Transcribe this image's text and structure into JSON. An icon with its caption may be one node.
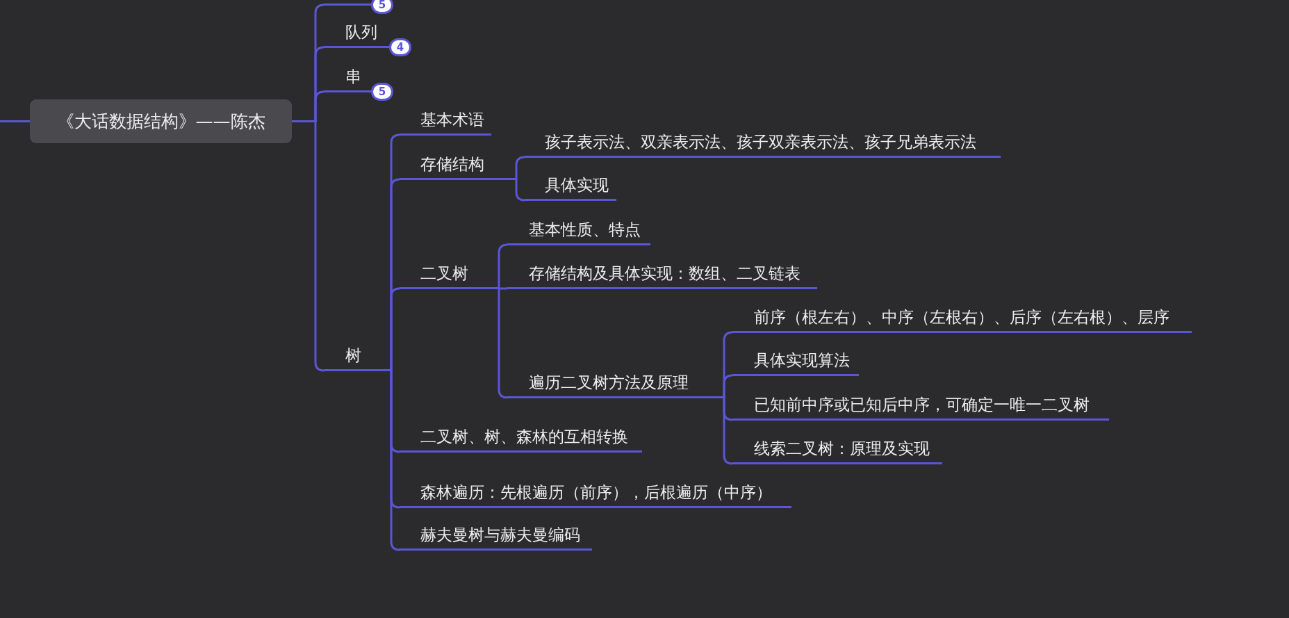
{
  "diagram": {
    "nodes": [
      {
        "text": [
          "《大话数据结构》——陈杰"
        ]
      },
      {
        "text": [
          "队列"
        ],
        "beside": [
          "4"
        ]
      },
      {
        "text": [
          "串"
        ],
        "beside": [
          "5"
        ]
      },
      {
        "text": [
          "树"
        ]
      },
      {
        "text": [
          "基本术语"
        ]
      },
      {
        "text": [
          "存储结构"
        ]
      },
      {
        "text": [
          "孩子表示法、双亲表示法、孩子双亲表示法、孩子兄弟表示法"
        ]
      },
      {
        "text": [
          "具体实现"
        ]
      },
      {
        "text": [
          "二叉树"
        ]
      },
      {
        "text": [
          "基本性质、特点"
        ]
      },
      {
        "text": [
          "存储结构及具体实现：数组、二叉链表"
        ]
      },
      {
        "text": [
          "遍历二叉树方法及原理"
        ]
      },
      {
        "text": [
          "前序（根左右）、中序（左根右）、后序（左右根）、层序"
        ]
      },
      {
        "text": [
          "具体实现算法"
        ]
      },
      {
        "text": [
          "已知前中序或已知后中序，可确定一唯一二叉树"
        ]
      },
      {
        "text": [
          "线索二叉树：原理及实现"
        ]
      },
      {
        "text": [
          "二叉树、树、森林的互相转换"
        ]
      },
      {
        "text": [
          "森林遍历：先根遍历（前序），后根遍历（中序）"
        ]
      },
      {
        "text": [
          "赫夫曼树与赫夫曼编码"
        ]
      },
      {
        "text": [],
        "shape": "line",
        "beside": [
          "5"
        ]
      }
    ],
    "edges": [
      {
        "from": null,
        "to": 0,
        "arrow": "none"
      },
      {
        "from": 0,
        "to": 19,
        "arrow": "none"
      },
      {
        "from": 0,
        "to": 1,
        "arrow": "none"
      },
      {
        "from": 0,
        "to": 2,
        "arrow": "none"
      },
      {
        "from": 0,
        "to": 3,
        "arrow": "none"
      },
      {
        "from": 3,
        "to": 4,
        "arrow": "none"
      },
      {
        "from": 3,
        "to": 5,
        "arrow": "none"
      },
      {
        "from": 5,
        "to": 6,
        "arrow": "none"
      },
      {
        "from": 5,
        "to": 7,
        "arrow": "none"
      },
      {
        "from": 3,
        "to": 8,
        "arrow": "none"
      },
      {
        "from": 8,
        "to": 9,
        "arrow": "none"
      },
      {
        "from": 8,
        "to": 10,
        "arrow": "none"
      },
      {
        "from": 8,
        "to": 11,
        "arrow": "none"
      },
      {
        "from": 11,
        "to": 12,
        "arrow": "none"
      },
      {
        "from": 11,
        "to": 13,
        "arrow": "none"
      },
      {
        "from": 11,
        "to": 14,
        "arrow": "none"
      },
      {
        "from": 11,
        "to": 15,
        "arrow": "none"
      },
      {
        "from": 3,
        "to": 16,
        "arrow": "none"
      },
      {
        "from": 3,
        "to": 17,
        "arrow": "none"
      },
      {
        "from": 3,
        "to": 18,
        "arrow": "none"
      }
    ]
  }
}
